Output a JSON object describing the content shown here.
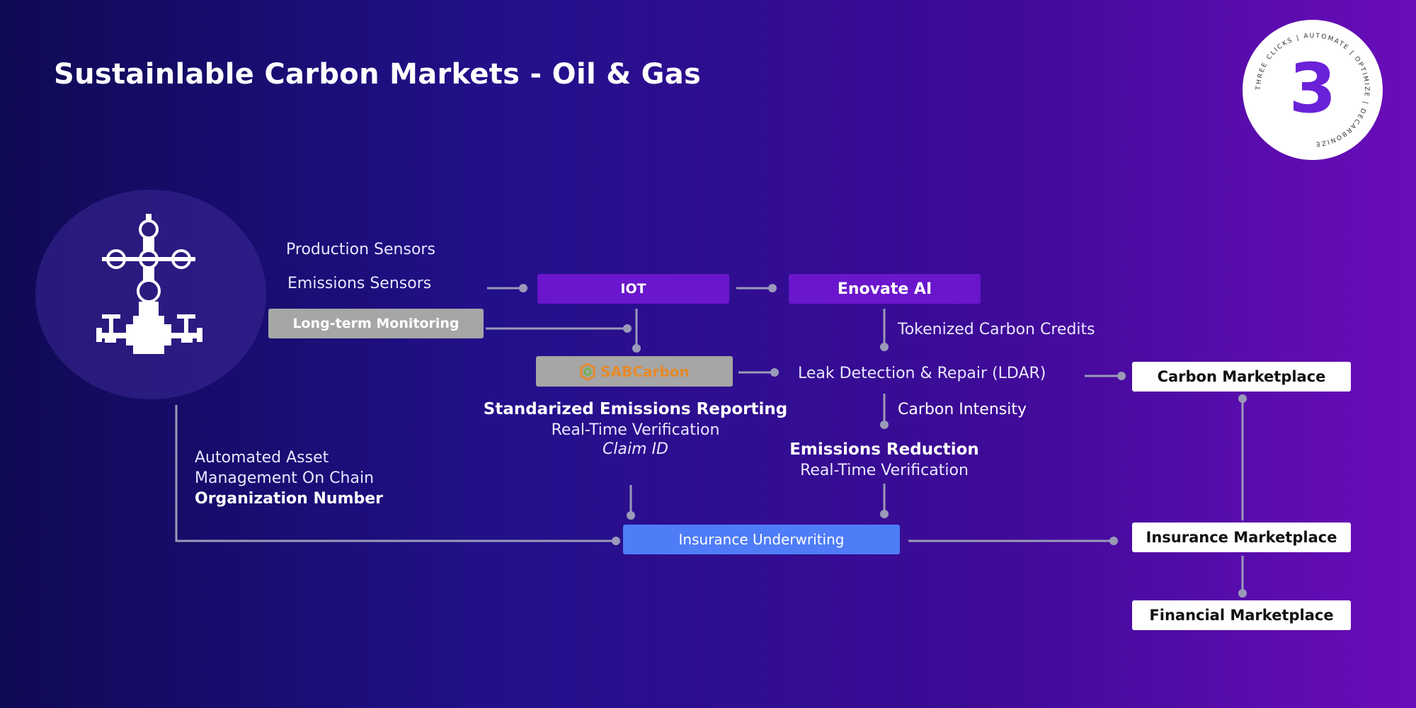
{
  "title": "Sustainlable Carbon Markets - Oil & Gas",
  "logo": {
    "number": "3",
    "ring_text": "THREE CLICKS | AUTOMATE | OPTIMIZE | DECARBONIZE"
  },
  "sources": {
    "production_sensors": "Production Sensors",
    "emissions_sensors": "Emissions Sensors",
    "long_term_monitoring": "Long-term Monitoring"
  },
  "nodes": {
    "iot": "IOT",
    "enovate_ai": "Enovate AI",
    "sabcarbon_logo": "SABCarbon",
    "leak_detection": "Leak Detection & Repair (LDAR)",
    "insurance_underwriting": "Insurance Underwriting"
  },
  "edge_labels": {
    "tokenized_credits": "Tokenized Carbon Credits",
    "carbon_intensity": "Carbon Intensity"
  },
  "reporting": {
    "heading": "Standarized Emissions Reporting",
    "line1": "Real-Time Verification",
    "line2": "Claim ID"
  },
  "reduction": {
    "heading": "Emissions Reduction",
    "line1": "Real-Time Verification"
  },
  "asset_mgmt": {
    "line1": "Automated Asset",
    "line2": "Management On Chain",
    "line3": "Organization Number"
  },
  "marketplaces": {
    "carbon": "Carbon Marketplace",
    "insurance": "Insurance Marketplace",
    "financial": "Financial Marketplace"
  },
  "colors": {
    "connector": "#9a9ab8",
    "purple_box": "#6a16cc",
    "gray_box": "#a6a6a6",
    "blue_box": "#4f7cf7",
    "logo_accent": "#6b21d8"
  }
}
